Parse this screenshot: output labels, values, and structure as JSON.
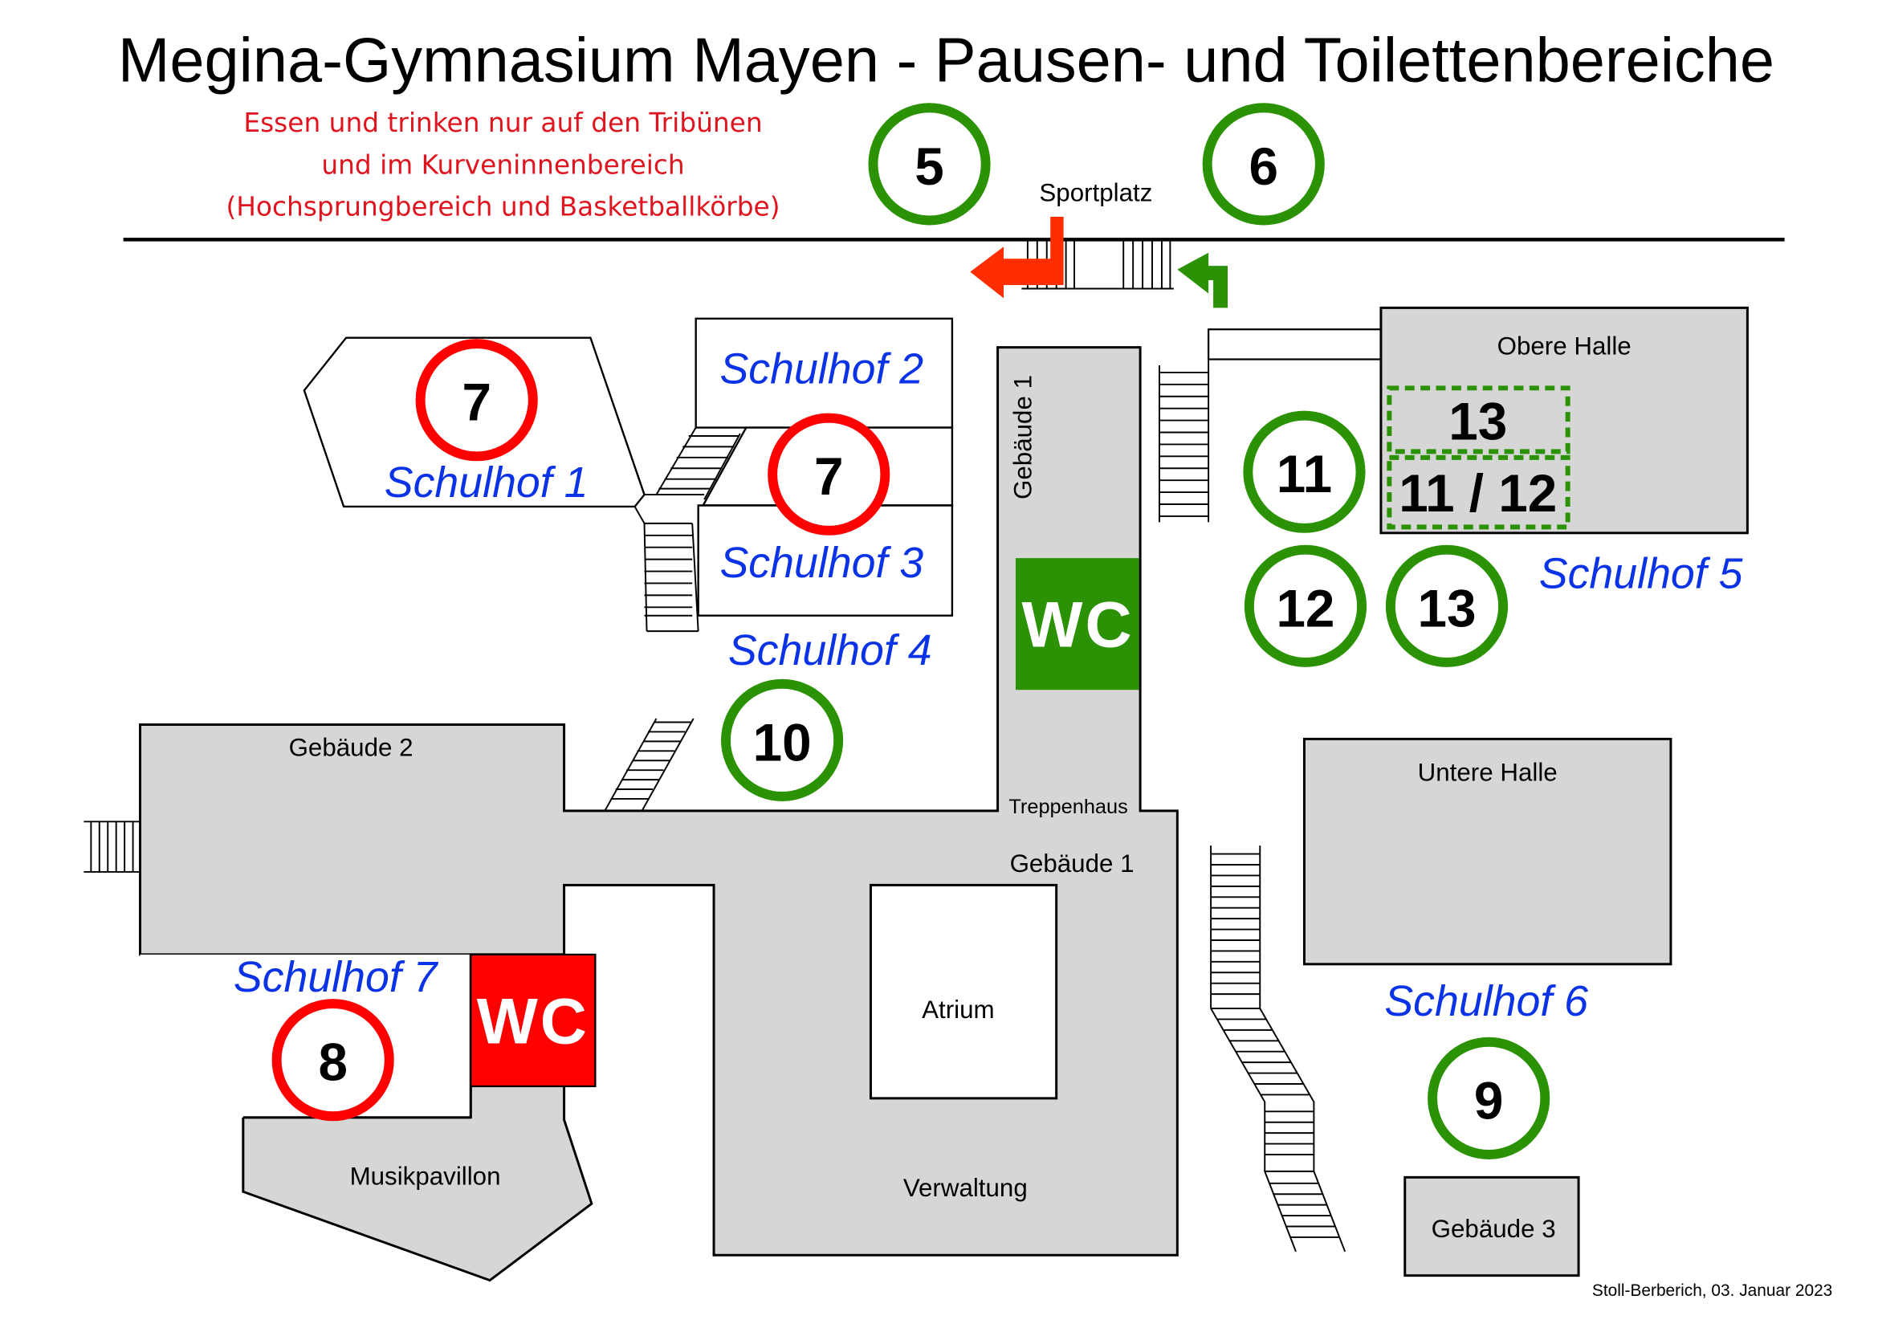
{
  "title": "Megina-Gymnasium Mayen - Pausen- und Toilettenbereiche",
  "notice": {
    "lines": [
      "Essen und trinken nur auf den Tribünen",
      "und im Kurveninnenbereich",
      "(Hochsprungbereich und Basketballkörbe)"
    ],
    "color": "#e0141e"
  },
  "colors": {
    "allowed": "#2a9204",
    "restricted": "#ff0000",
    "yard_label": "#0a32e6",
    "building_fill": "#d6d6d6",
    "arrow_red": "#ff2d00"
  },
  "sportplatz": {
    "label": "Sportplatz"
  },
  "buildings": {
    "gebaeude1_vertical": "Gebäude 1",
    "gebaeude1": "Gebäude 1",
    "treppenhaus": "Treppenhaus",
    "gebaeude2": "Gebäude 2",
    "gebaeude3": "Gebäude 3",
    "atrium": "Atrium",
    "verwaltung": "Verwaltung",
    "musikpavillon": "Musikpavillon",
    "obere_halle": "Obere Halle",
    "untere_halle": "Untere Halle"
  },
  "schoolyards": [
    "Schulhof 1",
    "Schulhof 2",
    "Schulhof 3",
    "Schulhof 4",
    "Schulhof 5",
    "Schulhof 6",
    "Schulhof 7"
  ],
  "markers": [
    {
      "grade": "5",
      "status": "allowed",
      "location": "Sportplatz west"
    },
    {
      "grade": "6",
      "status": "allowed",
      "location": "Sportplatz east"
    },
    {
      "grade": "7",
      "status": "restricted",
      "location": "Schulhof 1"
    },
    {
      "grade": "7",
      "status": "restricted",
      "location": "Schulhof 2/3"
    },
    {
      "grade": "8",
      "status": "restricted",
      "location": "Schulhof 7"
    },
    {
      "grade": "9",
      "status": "allowed",
      "location": "Schulhof 6"
    },
    {
      "grade": "10",
      "status": "allowed",
      "location": "Schulhof 4"
    },
    {
      "grade": "11",
      "status": "allowed",
      "location": "Schulhof 5"
    },
    {
      "grade": "12",
      "status": "allowed",
      "location": "Schulhof 5"
    },
    {
      "grade": "13",
      "status": "allowed",
      "location": "Schulhof 5"
    }
  ],
  "hall_zones": [
    {
      "label": "13",
      "status": "allowed"
    },
    {
      "label": "11 / 12",
      "status": "allowed"
    }
  ],
  "toilets": [
    {
      "label": "WC",
      "status": "allowed",
      "location": "Gebäude 1"
    },
    {
      "label": "WC",
      "status": "restricted",
      "location": "Gebäude 2"
    }
  ],
  "footer": "Stoll-Berberich, 03. Januar 2023"
}
